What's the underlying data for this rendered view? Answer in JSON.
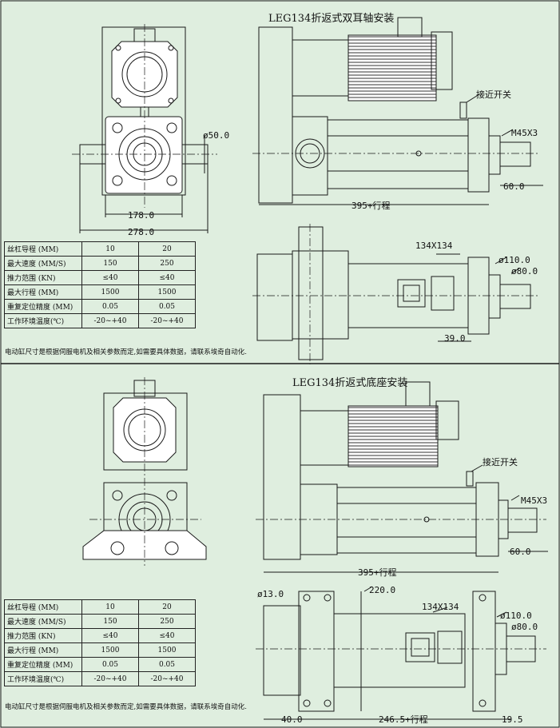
{
  "top": {
    "title": "LEG134折返式双耳轴安装",
    "dims": {
      "d_pin": "ø50.0",
      "w_inner": "178.0",
      "w_outer": "278.0",
      "thread": "M45X3",
      "rod_ext": "60.0",
      "length": "395+行程",
      "flange": "134X134",
      "d_110": "ø110.0",
      "d_80": "ø80.0",
      "off_39": "39.0"
    },
    "switch_label": "接近开关"
  },
  "bottom": {
    "title": "LEG134折返式底座安装",
    "dims": {
      "thread": "M45X3",
      "rod_ext": "60.0",
      "length": "395+行程",
      "hole": "ø13.0",
      "h_220": "220.0",
      "flange": "134X134",
      "d_110": "ø110.0",
      "d_80": "ø80.0",
      "left_40": "40.0",
      "len_2465": "246.5+行程",
      "right_195": "19.5"
    },
    "switch_label": "接近开关"
  },
  "table": {
    "rows": [
      {
        "label": "丝杠导程 (MM)",
        "a": "10",
        "b": "20"
      },
      {
        "label": "最大速度 (MM/S)",
        "a": "150",
        "b": "250"
      },
      {
        "label": "推力范围 (KN)",
        "a": "≤40",
        "b": "≤40"
      },
      {
        "label": "最大行程 (MM)",
        "a": "1500",
        "b": "1500"
      },
      {
        "label": "重复定位精度 (MM)",
        "a": "0.05",
        "b": "0.05"
      },
      {
        "label": "工作环境温度(℃)",
        "a": "-20~+40",
        "b": "-20~+40"
      }
    ]
  },
  "note": "电动缸尺寸是根据伺服电机及相关参数而定,如需要具体数据，请联系埃奇自动化."
}
